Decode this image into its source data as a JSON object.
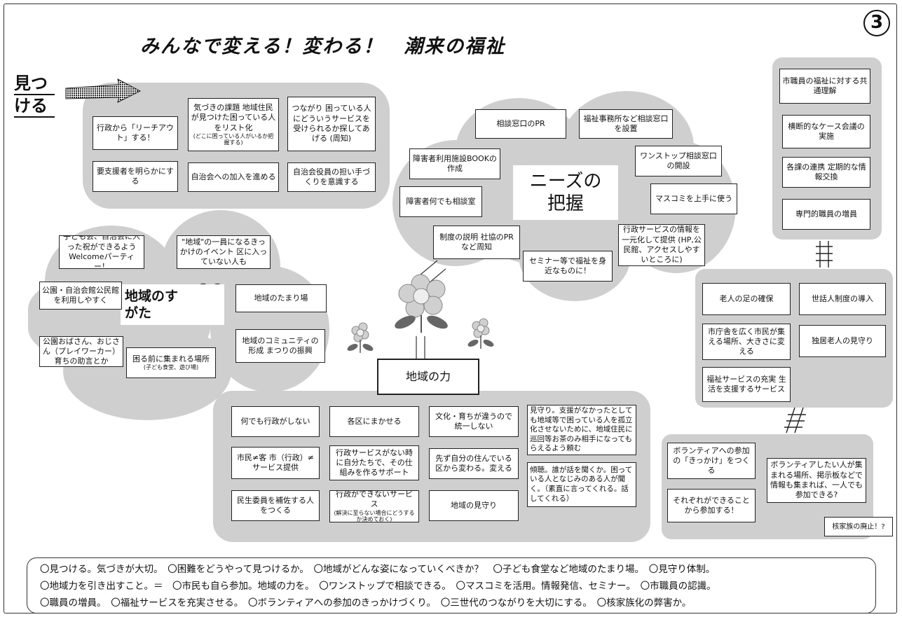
{
  "title": "みんなで変える！変わる！　潮来の福祉",
  "page_number": "3",
  "find_label_line1": "見つ",
  "find_label_line2": "ける",
  "find_section": {
    "items": [
      "行政から「リーチアウト」する！",
      "気づきの課題 地域住民が見つけた困っている人をリスト化",
      "つながり 困っている人にどういうサービスを受けられるか探してあげる (周知)",
      "要支援者を明らかにする",
      "自治会への加入を進める",
      "自治会役員の担い手づくりを意識する"
    ],
    "note_small": "(どこに困っている人がいるか把握する)"
  },
  "needs_section": {
    "center_label": "ニーズの把握",
    "items": [
      "相談窓口のPR",
      "福祉事務所など相談窓口を設置",
      "障害者利用施設BOOKの作成",
      "ワンストップ相談窓口の開設",
      "障害者何でも相談室",
      "マスコミを上手に使う",
      "制度の説明 社協のPRなど周知",
      "セミナー等で福祉を身近なものに！",
      "行政サービスの情報を一元化して提供 (HP,公民館、アクセスしやすいところに)"
    ]
  },
  "staff_section": {
    "items": [
      "市職員の福祉に対する共通理解",
      "横断的なケース会議の実施",
      "各課の連携 定期的な情報交換",
      "専門的職員の増員"
    ]
  },
  "community_section": {
    "center_label": "地域のすがた",
    "items": [
      "子ども会、自治会に入った祝ができるようWelcomeパーティー！",
      "\"地域\"の一員になるきっかけのイベント 区に入っていない人も",
      "公園・自治会館公民館を利用しやすく",
      "地域のたまり場",
      "地域のコミュニティの形成 まつりの振興",
      "公園おばさん、おじさん（プレイワーカー）育ちの助言とか",
      "困る前に集まれる場所"
    ],
    "note_small": "(子ども食堂、遊び場)"
  },
  "power_section": {
    "center_label": "地域の力",
    "items": [
      "何でも行政がしない",
      "各区にまかせる",
      "文化・育ちが違うので統一しない",
      "見守り。支援がなかったとしても地域等で困っている人を孤立化させないために、地域住民に巡回等お茶のみ相手になってもらえるよう頼む",
      "市民≠客 市（行政）≠サービス提供",
      "行政サービスがない時に自分たちで、その仕組みを作るサポート",
      "先ず自分の住んでいる区から変わる。変える",
      "傾聴。誰が話を聞くか。困っている人となじみのある人が聞く。（素直に言ってくれる。話してくれる）",
      "民生委員を補佐する人をつくる",
      "行政ができないサービス",
      "地域の見守り"
    ],
    "note_small": "(解決に至らない場合にどうするか決めておく)"
  },
  "elderly_section": {
    "items": [
      "老人の足の確保",
      "世話人制度の導入",
      "市庁舎を広く市民が集える場所、大きさに変える",
      "独居老人の見守り",
      "福祉サービスの充実 生活を支援するサービス"
    ]
  },
  "volunteer_section": {
    "items": [
      "ボランティアへの参加の「きっかけ」をつくる",
      "ボランティアしたい人が集まれる場所、掲示板などで情報も集まれば、一人でも参加できる?",
      "それぞれができることから参加する！",
      "核家族の廃止！?"
    ]
  },
  "notes": [
    "〇見つける。気づきが大切。　〇困難をどうやって見つけるか。　〇地域がどんな姿になっていくべきか？　〇子ども食堂など地域のたまり場。　〇見守り体制。",
    "〇地域力を引き出すこと。＝　〇市民も自ら参加。地域の力を。　〇ワンストップで相談できる。　〇マスコミを活用。情報発信、セミナー。　〇市職員の認識。",
    "〇職員の増員。　〇福祉サービスを充実させる。　〇ボランティアへの参加のきっかけづくり。　〇三世代のつながりを大切にする。　〇核家族化の弊害か。"
  ],
  "colors": {
    "blob": "#cfcfcf",
    "border": "#222222"
  }
}
